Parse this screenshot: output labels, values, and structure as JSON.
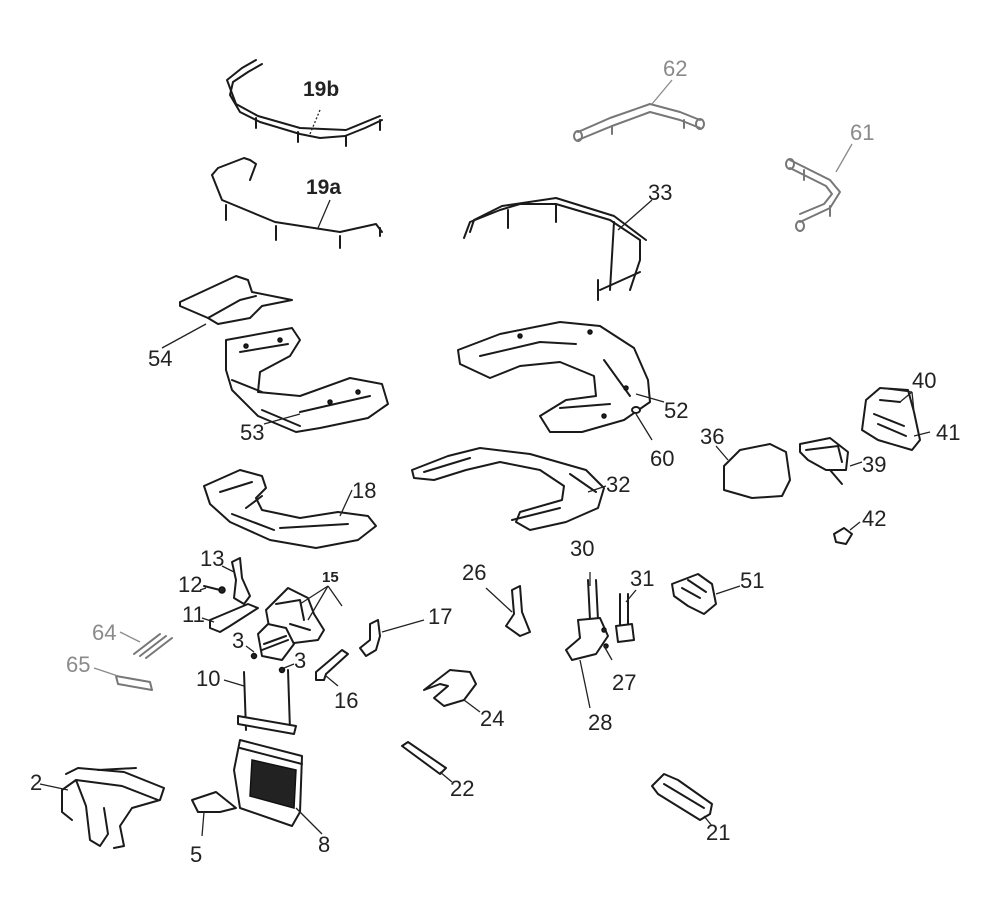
{
  "labels": {
    "p19b": "19b",
    "p19a": "19a",
    "p62": "62",
    "p61": "61",
    "p33": "33",
    "p54": "54",
    "p53": "53",
    "p52": "52",
    "p60": "60",
    "p36": "36",
    "p40": "40",
    "p41": "41",
    "p39": "39",
    "p18": "18",
    "p32": "32",
    "p42": "42",
    "p13": "13",
    "p12": "12",
    "p15": "15",
    "p11": "11",
    "p17": "17",
    "p3a": "3",
    "p3b": "3",
    "p26": "26",
    "p30": "30",
    "p31": "31",
    "p51": "51",
    "p64": "64",
    "p65": "65",
    "p16": "16",
    "p10": "10",
    "p27": "27",
    "p24": "24",
    "p28": "28",
    "p2": "2",
    "p22": "22",
    "p8": "8",
    "p5": "5",
    "p21": "21"
  },
  "colors": {
    "ink": "#1a1a1a",
    "faded": "#8a8a8a"
  }
}
